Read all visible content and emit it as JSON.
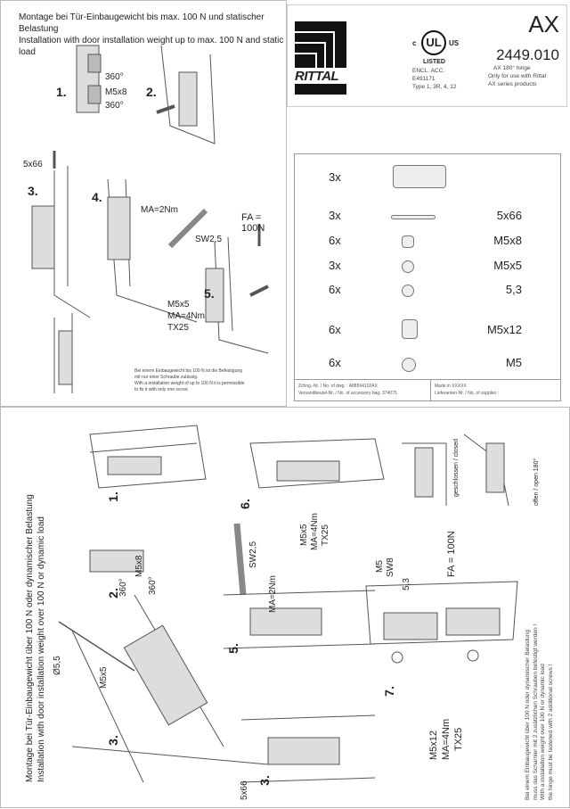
{
  "top_left": {
    "title_de": "Montage bei Tür-Einbaugewicht bis max. 100 N und statischer Belastung",
    "title_en": "Installation with door installation weight up to max. 100 N and static load",
    "steps": [
      "1.",
      "2.",
      "3.",
      "4.",
      "5."
    ],
    "labels": {
      "rot1": "360°",
      "screw1": "M5x8",
      "rot2": "360°",
      "bolt": "5x66",
      "torque4": "MA=2Nm",
      "tool": "SW2,5",
      "force": "FA = 100N",
      "screw5": "M5x5",
      "torque5": "MA=4Nm",
      "bit": "TX25"
    },
    "note": [
      "Bei einem Einbaugewicht bis 100 N ist die Befestigung",
      "mit nur einer Schraube zulässig.",
      "With a installation weight of up to 100 N it is permissible",
      "to fix it with only one screw."
    ]
  },
  "header": {
    "brand": "RITTAL",
    "cert": {
      "mark": "UL",
      "c": "c",
      "us": "US",
      "listed": "LISTED",
      "lines": [
        "ENCL. ACC.",
        "E491171",
        "Type 1, 3R, 4, 12"
      ]
    },
    "product": "AX",
    "part_no": "2449.010",
    "desc": [
      "AX 180° hinge",
      "Only for use with Rittal",
      "AX series products"
    ]
  },
  "parts": [
    {
      "qty": "3x",
      "name": ""
    },
    {
      "qty": "3x",
      "name": "5x66"
    },
    {
      "qty": "6x",
      "name": "M5x8"
    },
    {
      "qty": "3x",
      "name": "M5x5"
    },
    {
      "qty": "6x",
      "name": "5,3"
    },
    {
      "qty": "6x",
      "name": "M5x12"
    },
    {
      "qty": "6x",
      "name": "M5"
    }
  ],
  "footer": {
    "dwg": "Zchng.-Nr. / No. of dwg. : A8859410​2AX",
    "bag": "Versandbeutel-Nr. / No. of accessory bag: 374075",
    "made": "Made in XXXXX",
    "supplier": "Lieferanten-Nr. / No. of supplier :"
  },
  "bottom": {
    "title_de": "Montage bei Tür-Einbaugewicht über 100 N oder dynamischer Belastung",
    "title_en": "Installation with door installation weight over 100 N or dynamic load",
    "steps": [
      "1.",
      "2.",
      "3.",
      "5.",
      "6.",
      "3.",
      "7."
    ],
    "labels": {
      "drill": "Ø5,5",
      "screw1": "M5x5",
      "rot1": "360°",
      "screw2": "M5x8",
      "rot2": "360°",
      "tool": "SW2,5",
      "torque5": "MA=2Nm",
      "screw6": "M5x5",
      "torque6": "MA=4Nm",
      "bit6": "TX25",
      "bolt": "5x66",
      "m5": "M5",
      "sw8": "SW8",
      "washer": "5,3",
      "force": "FA = 100N",
      "screw7": "M5x12",
      "torque7": "MA=4Nm",
      "bit7": "TX25",
      "closed": "geschlossen / closed",
      "open": "offen / open 180°"
    },
    "note": [
      "Bei einem Einbaugewicht über 100 N oder dynamischer Belastung",
      "muss das Scharnier mit 2 zusätzlichen Schrauben befestigt werden !",
      "With a installation weight over 100 N or dynamic load",
      "the hinge must be fastened with 2 additional screws !"
    ]
  }
}
